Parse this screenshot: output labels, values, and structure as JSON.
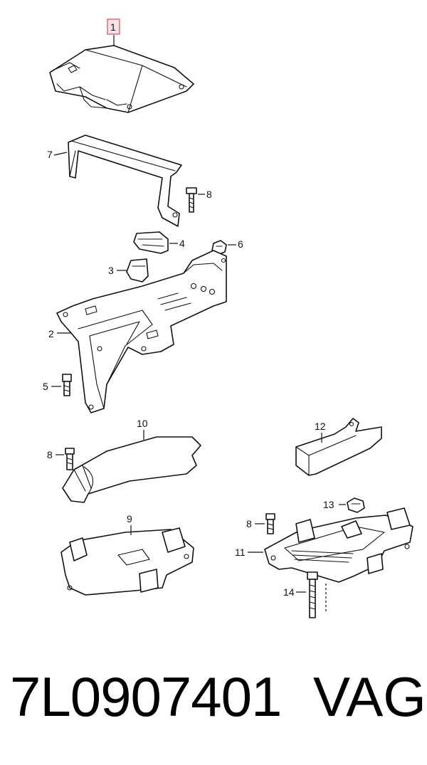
{
  "callouts": {
    "c1": "1",
    "c2": "2",
    "c3": "3",
    "c4": "4",
    "c5": "5",
    "c6": "6",
    "c7": "7",
    "c8a": "8",
    "c8b": "8",
    "c8c": "8",
    "c9": "9",
    "c10": "10",
    "c11": "11",
    "c12": "12",
    "c13": "13",
    "c14": "14"
  },
  "footer": {
    "part_number": "7L0907401",
    "brand": "VAG"
  },
  "colors": {
    "highlight_fill": "#fbe3e6",
    "highlight_stroke": "#d9465a",
    "line": "#111111"
  }
}
